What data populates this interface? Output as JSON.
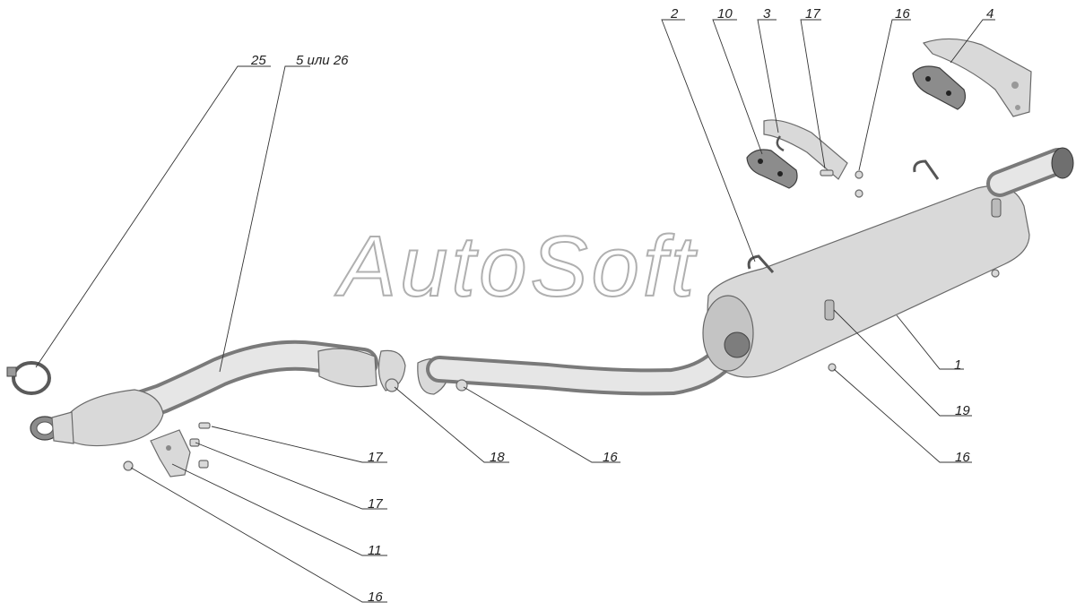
{
  "watermark": "AutoSoft",
  "callouts": [
    {
      "id": "c25",
      "text": "25"
    },
    {
      "id": "c5",
      "text": "5 или 26"
    },
    {
      "id": "c2",
      "text": "2"
    },
    {
      "id": "c10",
      "text": "10"
    },
    {
      "id": "c3",
      "text": "3"
    },
    {
      "id": "c17a",
      "text": "17"
    },
    {
      "id": "c16a",
      "text": "16"
    },
    {
      "id": "c4",
      "text": "4"
    },
    {
      "id": "c1",
      "text": "1"
    },
    {
      "id": "c19",
      "text": "19"
    },
    {
      "id": "c16b",
      "text": "16"
    },
    {
      "id": "c18",
      "text": "18"
    },
    {
      "id": "c16c",
      "text": "16"
    },
    {
      "id": "c17b",
      "text": "17"
    },
    {
      "id": "c17c",
      "text": "17"
    },
    {
      "id": "c11",
      "text": "11"
    },
    {
      "id": "c16d",
      "text": "16"
    }
  ]
}
